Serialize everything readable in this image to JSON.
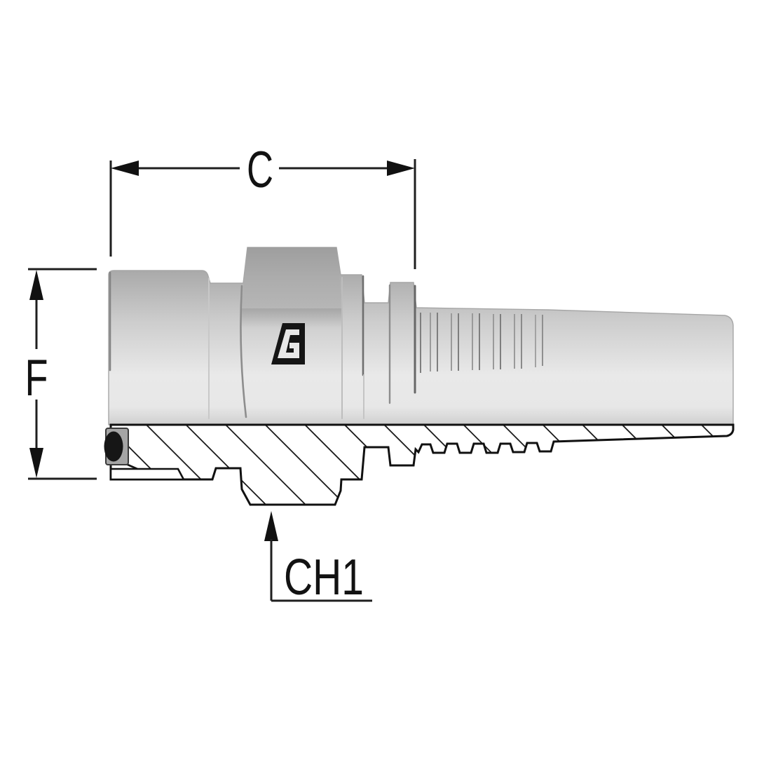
{
  "drawing": {
    "title": "Hydraulic hose insert fitting - sectioned technical drawing",
    "view": "side elevation, lower half in cross-section with hatching",
    "dimensions": {
      "c_label": "C",
      "f_label": "F",
      "ch1_label": "CH1"
    },
    "icons": {
      "logo": "manufacturer-logo"
    },
    "colors": {
      "background": "#ffffff",
      "outline": "#111111",
      "dimension_line": "#1f1f1f",
      "body_top_shadow": "#9b9b9b",
      "body_mid_light": "#ececec",
      "body_bottom_edge": "#cfcfcf",
      "hex_face": "#a9a9a9",
      "o_ring": "#161616",
      "o_ring_groove": "#a5a5a5"
    }
  }
}
